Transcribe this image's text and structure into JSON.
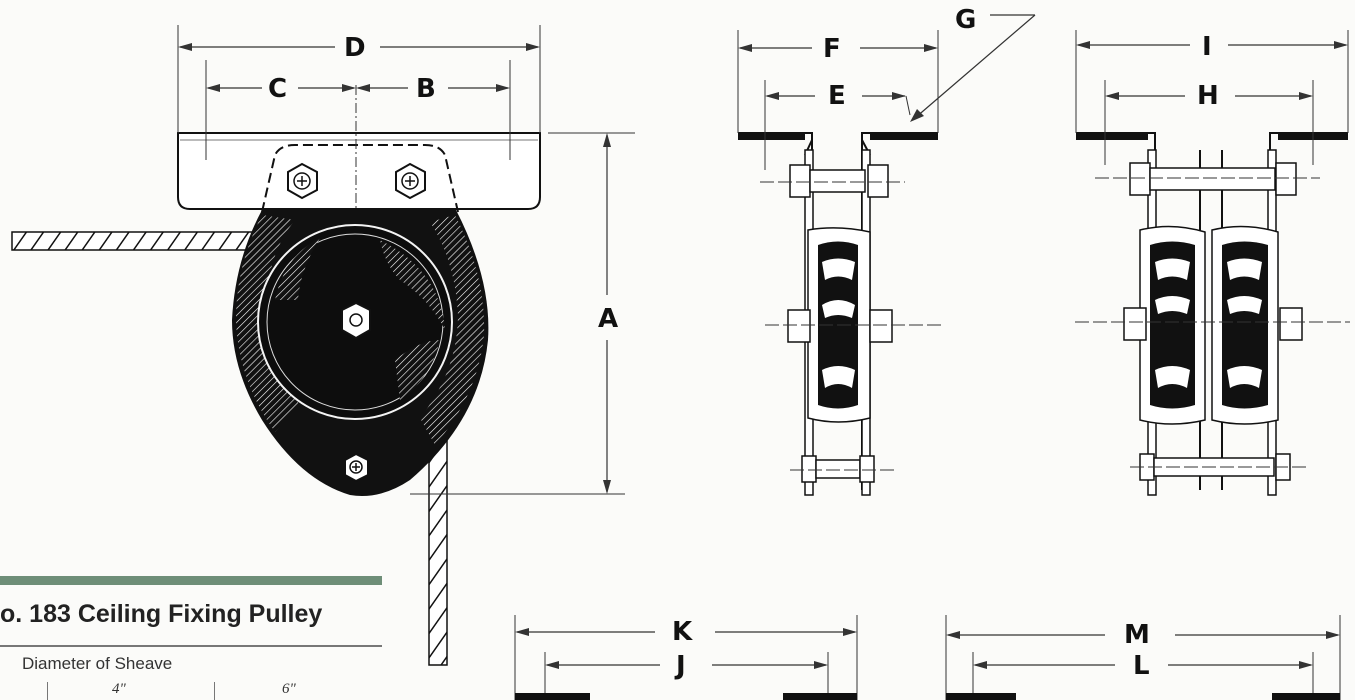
{
  "labels": {
    "A": "A",
    "B": "B",
    "C": "C",
    "D": "D",
    "E": "E",
    "F": "F",
    "G": "G",
    "H": "H",
    "I": "I",
    "J": "J",
    "K": "K",
    "L": "L",
    "M": "M"
  },
  "product": {
    "title": "o. 183 Ceiling Fixing Pulley"
  },
  "table": {
    "header": "Diameter of Sheave",
    "sizes": [
      "4\"",
      "6\""
    ]
  }
}
